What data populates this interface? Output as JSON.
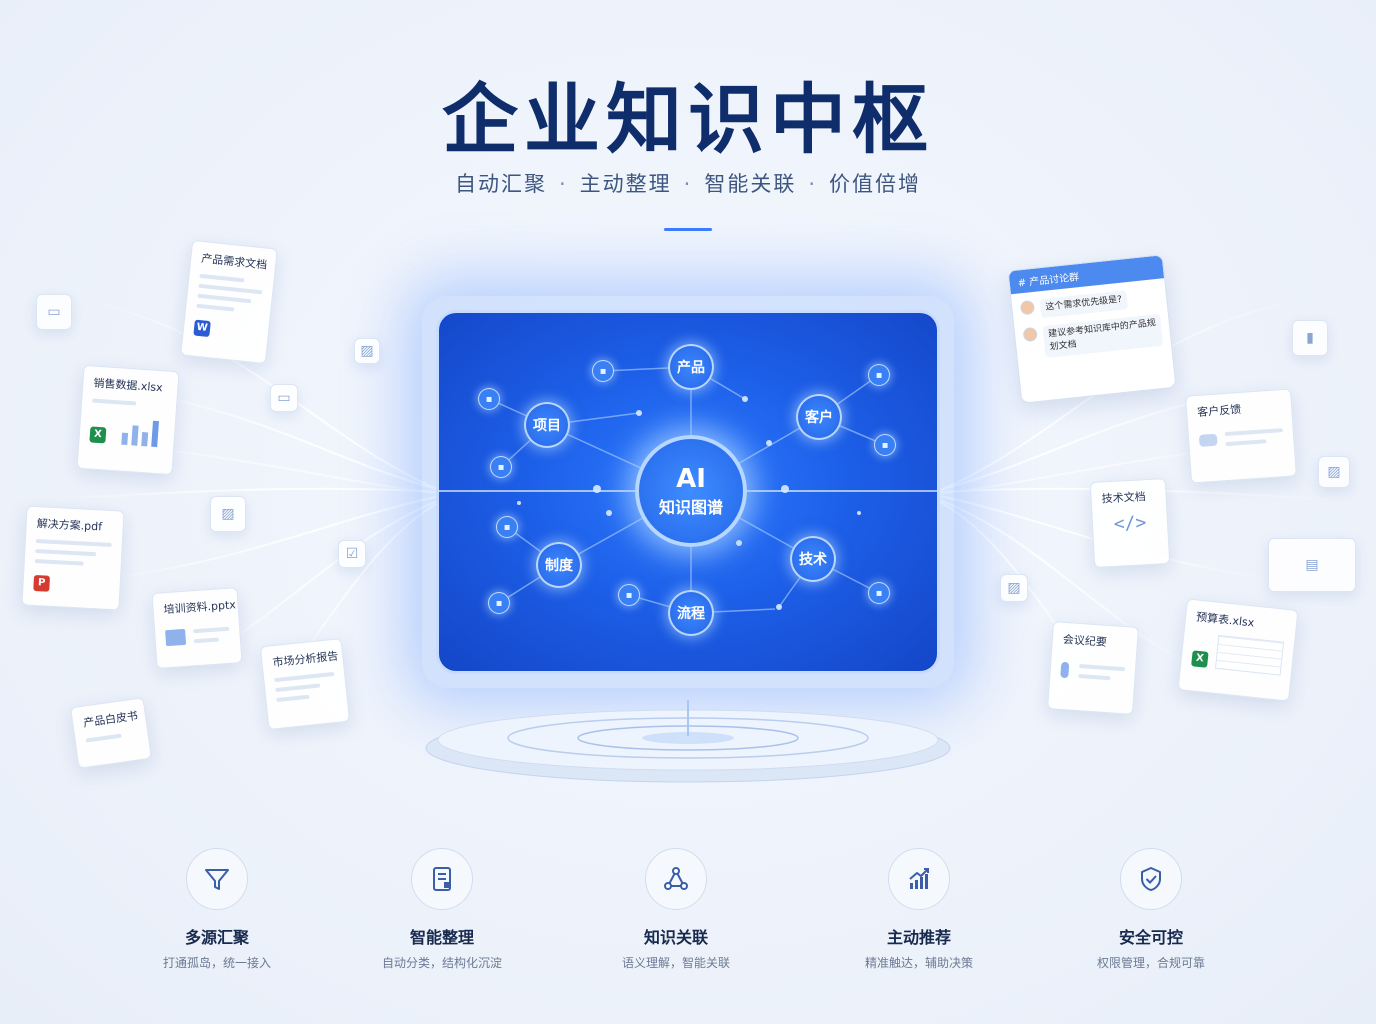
{
  "hero": {
    "title": "企业知识中枢",
    "subtitle_parts": [
      "自动汇聚",
      "主动整理",
      "智能关联",
      "价值倍增"
    ],
    "separator": "·"
  },
  "graph": {
    "core_line1": "AI",
    "core_line2": "知识图谱",
    "categories": [
      "产品",
      "客户",
      "技术",
      "流程",
      "制度",
      "项目"
    ]
  },
  "left_files": {
    "prd": "产品需求文档",
    "sales": "销售数据.xlsx",
    "solution": "解决方案.pdf",
    "training": "培训资料.pptx",
    "market": "市场分析报告",
    "whitepaper": "产品白皮书"
  },
  "right_files": {
    "chat_channel": "# 产品讨论群",
    "chat_msg1": "这个需求优先级是?",
    "chat_msg2": "建议参考知识库中的产品规划文档",
    "feedback": "客户反馈",
    "techdoc": "技术文档",
    "budget": "预算表.xlsx",
    "minutes": "会议纪要"
  },
  "badges": {
    "word": "W",
    "excel": "X",
    "pdf": "P"
  },
  "features": [
    {
      "title": "多源汇聚",
      "desc": "打通孤岛，统一接入",
      "icon": "filter-icon"
    },
    {
      "title": "智能整理",
      "desc": "自动分类，结构化沉淀",
      "icon": "document-icon"
    },
    {
      "title": "知识关联",
      "desc": "语义理解，智能关联",
      "icon": "network-icon"
    },
    {
      "title": "主动推荐",
      "desc": "精准触达，辅助决策",
      "icon": "trend-chart-icon"
    },
    {
      "title": "安全可控",
      "desc": "权限管理，合规可靠",
      "icon": "shield-check-icon"
    }
  ],
  "colors": {
    "title": "#0f2d6b",
    "accent": "#3a7bff",
    "panel": "#1d5fe8",
    "excel": "#1f8f4e",
    "word": "#2b5cd6",
    "pdf": "#d63b2f"
  }
}
